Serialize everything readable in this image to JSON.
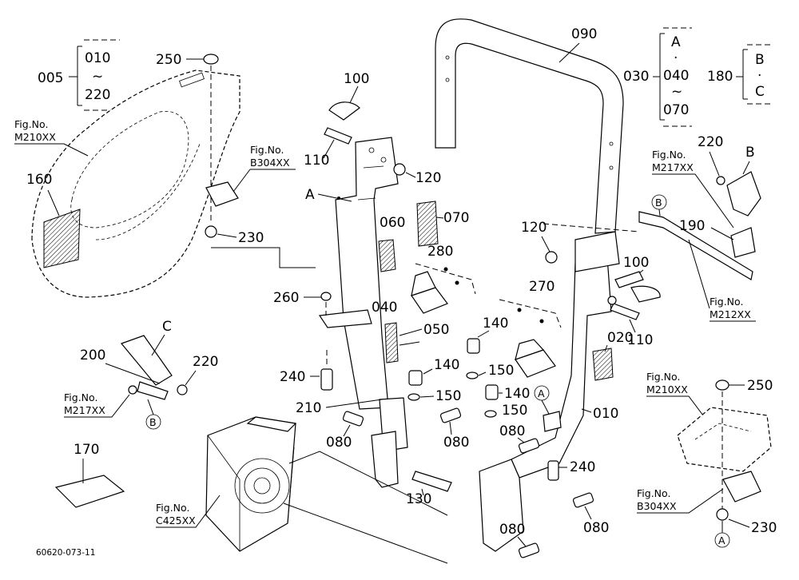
{
  "diagram_id": "60620-073-11",
  "labels": {
    "p005": "005",
    "p010a": "010",
    "p220a": "220",
    "tilde": "~",
    "p250a": "250",
    "p160": "160",
    "p230a": "230",
    "p100a": "100",
    "p110a": "110",
    "p120a": "120",
    "p060": "060",
    "p070": "070",
    "p280": "280",
    "p260": "260",
    "p040": "040",
    "p050": "050",
    "p240a": "240",
    "p210": "210",
    "p080a": "080",
    "p080b": "080",
    "p130": "130",
    "p140a": "140",
    "p150a": "150",
    "p140b": "140",
    "p150b": "150",
    "p140c": "140",
    "p150c": "150",
    "p270": "270",
    "p080c": "080",
    "p080d": "080",
    "p080e": "080",
    "p240b": "240",
    "p090": "090",
    "p030": "030",
    "pA": "A",
    "dot": "·",
    "p040b": "040",
    "p070b": "070",
    "p180": "180",
    "pB": "B",
    "pC": "C",
    "p220b": "220",
    "p190": "190",
    "p100b": "100",
    "p110b": "110",
    "p120b": "120",
    "p020": "020",
    "p010b": "010",
    "p250b": "250",
    "p230b": "230",
    "p200": "200",
    "p220c": "220",
    "p170": "170",
    "refA1": "A",
    "refA2": "A",
    "refA3": "A",
    "refB1": "B",
    "refB2": "B",
    "refB3": "B",
    "refC1": "C"
  },
  "fig_refs": {
    "m210_a": {
      "title": "Fig.No.",
      "code": "M210XX"
    },
    "b304_a": {
      "title": "Fig.No.",
      "code": "B304XX"
    },
    "m217_a": {
      "title": "Fig.No.",
      "code": "M217XX"
    },
    "m212": {
      "title": "Fig.No.",
      "code": "M212XX"
    },
    "m217_b": {
      "title": "Fig.No.",
      "code": "M217XX"
    },
    "c425": {
      "title": "Fig.No.",
      "code": "C425XX"
    },
    "m210_b": {
      "title": "Fig.No.",
      "code": "M210XX"
    },
    "b304_b": {
      "title": "Fig.No.",
      "code": "B304XX"
    }
  }
}
